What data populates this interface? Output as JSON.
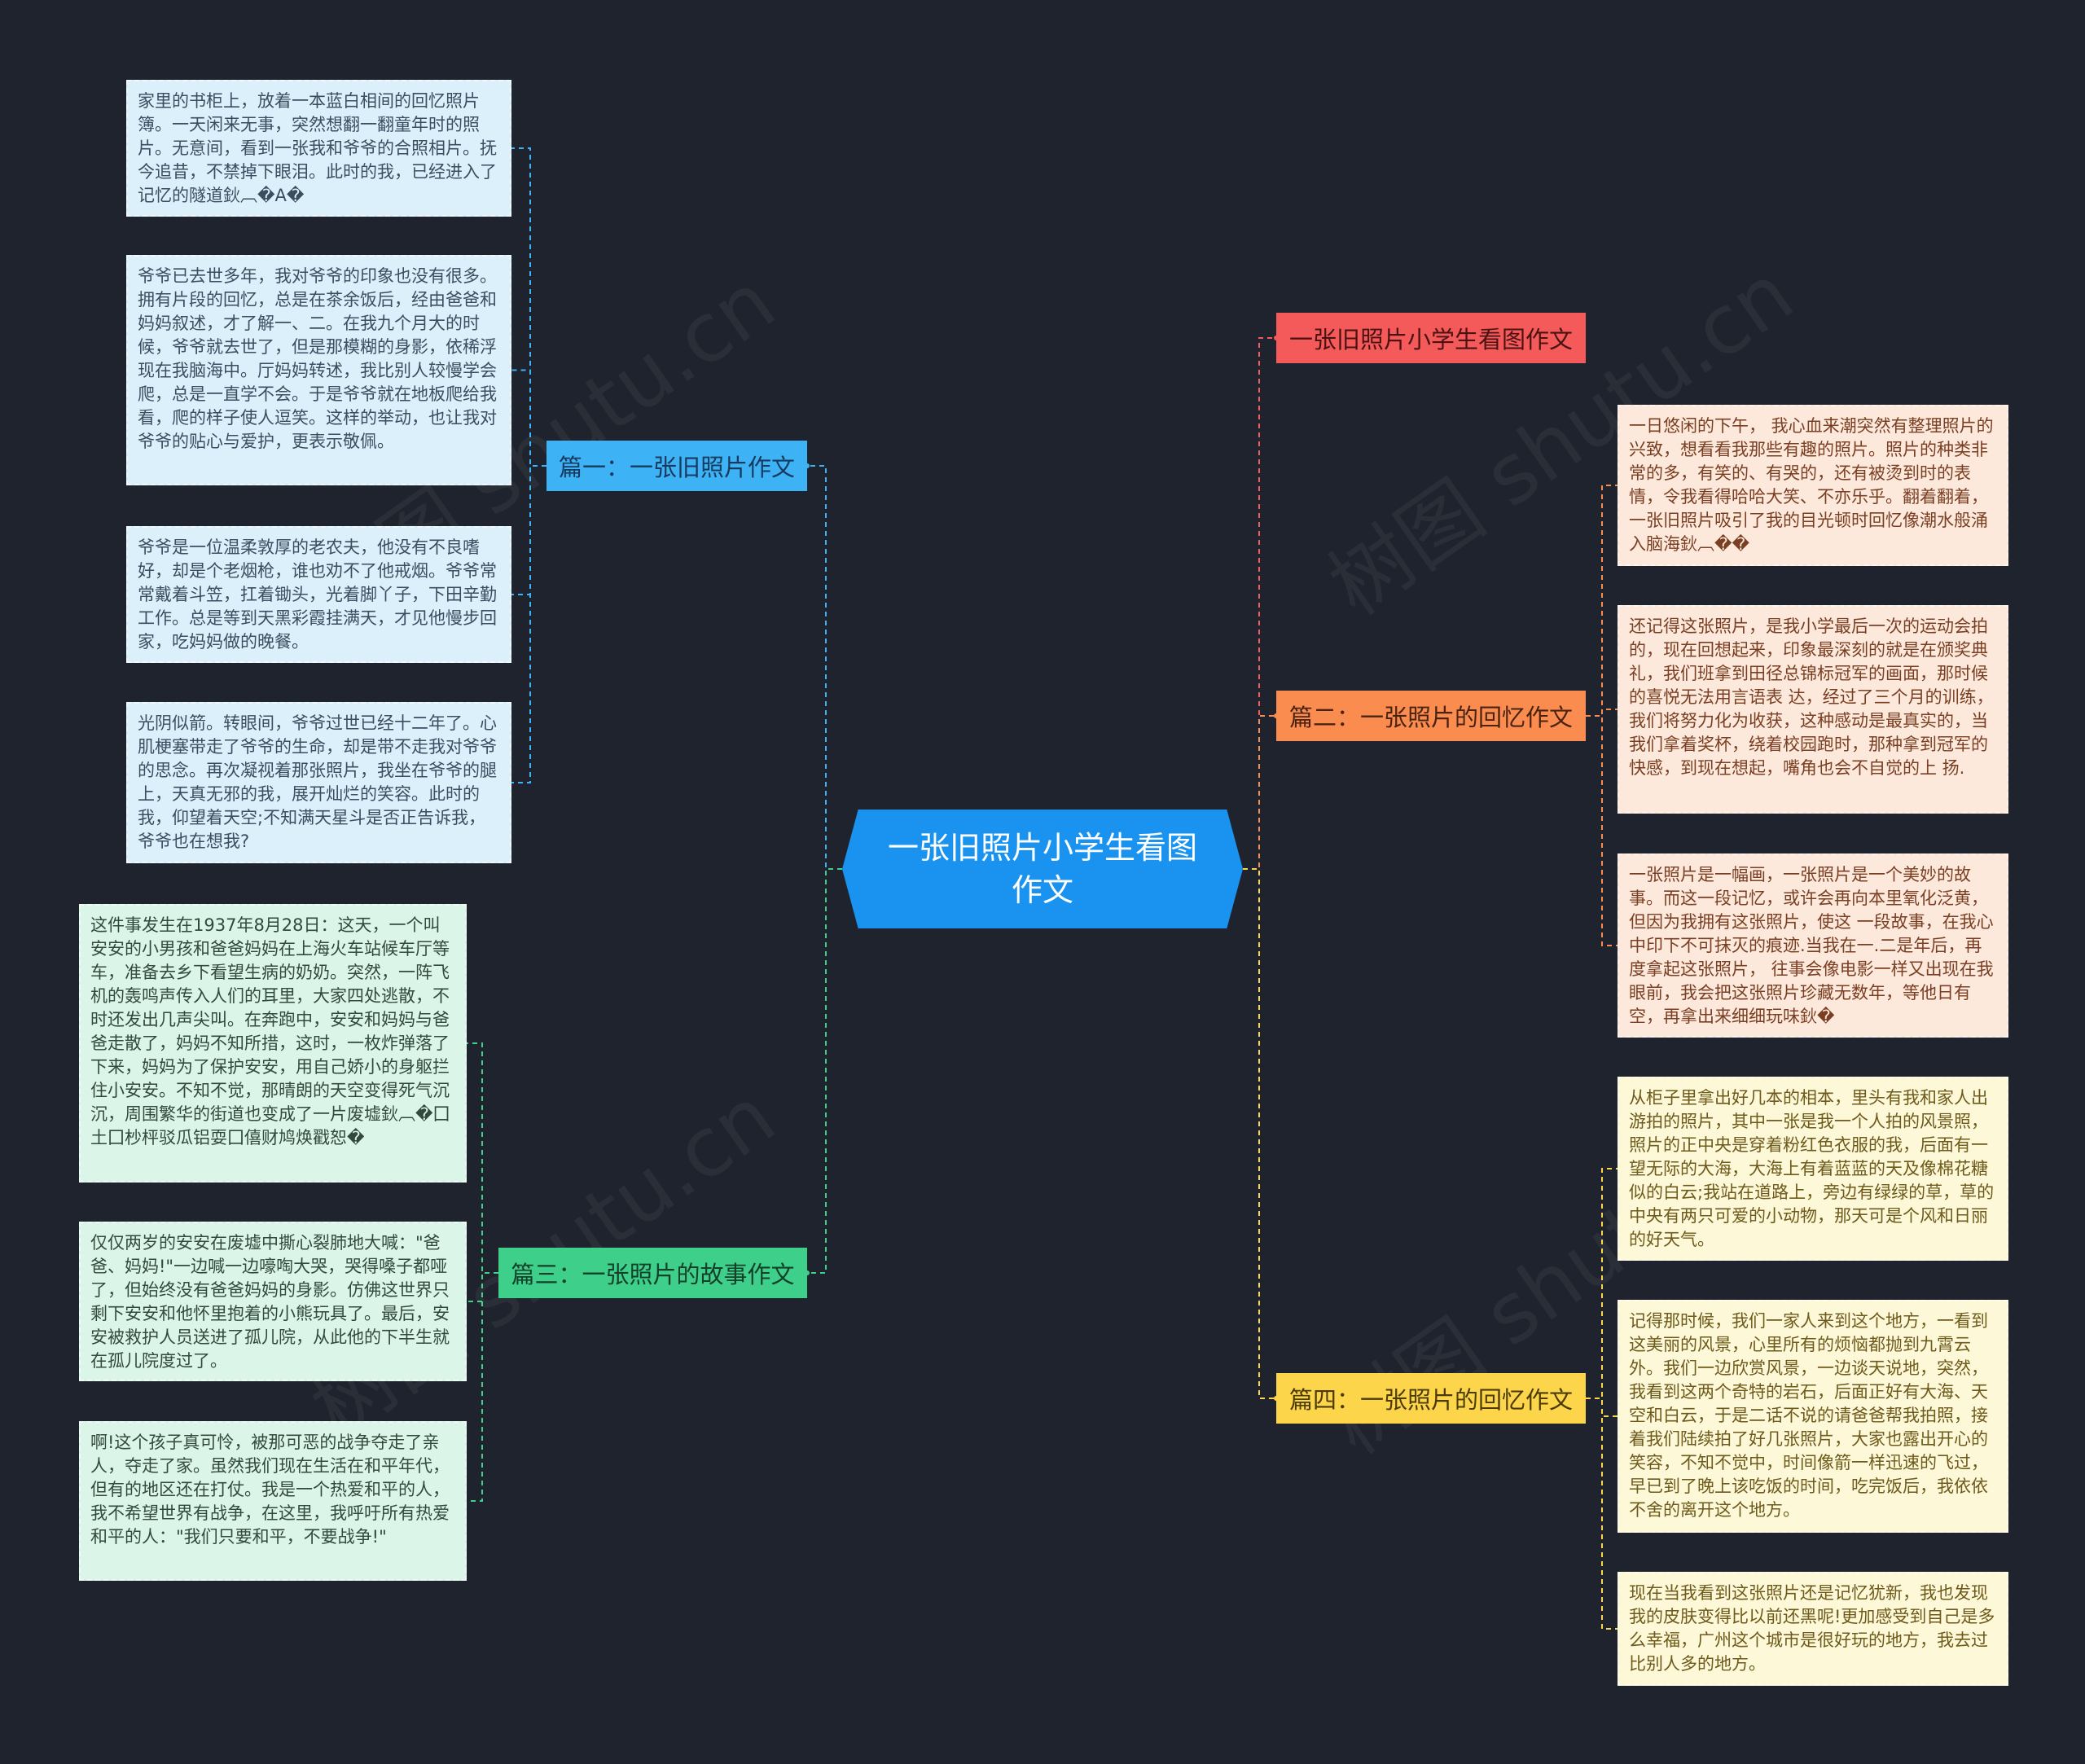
{
  "root": {
    "title": "一张旧照片小学生看图作文"
  },
  "watermark": {
    "text": "树图 shutu.cn"
  },
  "colors": {
    "background": "#1f232d",
    "root": "#1a93f0",
    "blue": "#3db3f5",
    "green": "#3ed08a",
    "red": "#f55a5a",
    "orange": "#fa8c50",
    "yellow": "#fcd54a"
  },
  "branches": {
    "p1": {
      "label": "篇一：一张旧照片作文",
      "leaves": [
        "家里的书柜上，放着一本蓝白相间的回忆照片簿。一天闲来无事，突然想翻一翻童年时的照片。无意间，看到一张我和爷爷的合照相片。抚今追昔，不禁掉下眼泪。此时的我，已经进入了记忆的隧道鈥︹�A�",
        "爷爷已去世多年，我对爷爷的印象也没有很多。拥有片段的回忆，总是在茶余饭后，经由爸爸和妈妈叙述，才了解一、二。在我九个月大的时候，爷爷就去世了，但是那模糊的身影，依稀浮现在我脑海中。厅妈妈转述，我比别人较慢学会爬，总是一直学不会。于是爷爷就在地板爬给我看，爬的样子使人逗笑。这样的举动，也让我对爷爷的贴心与爱护，更表示敬佩。",
        "爷爷是一位温柔敦厚的老农夫，他没有不良嗜好，却是个老烟枪，谁也劝不了他戒烟。爷爷常常戴着斗笠，扛着锄头，光着脚丫子，下田辛勤工作。总是等到天黑彩霞挂满天，才见他慢步回家，吃妈妈做的晚餐。",
        "光阴似箭。转眼间，爷爷过世已经十二年了。心肌梗塞带走了爷爷的生命，却是带不走我对爷爷的思念。再次凝视着那张照片，我坐在爷爷的腿上，天真无邪的我，展开灿烂的笑容。此时的我，仰望着天空;不知满天星斗是否正告诉我，爷爷也在想我?"
      ]
    },
    "p3": {
      "label": "篇三：一张照片的故事作文",
      "leaves": [
        "这件事发生在1937年8月28日：这天，一个叫安安的小男孩和爸爸妈妈在上海火车站候车厅等车，准备去乡下看望生病的奶奶。突然，一阵飞机的轰鸣声传入人们的耳里，大家四处逃散，不时还发出几声尖叫。在奔跑中，安安和妈妈与爸爸走散了，妈妈不知所措，这时，一枚炸弹落了下来，妈妈为了保护安安，用自己娇小的身躯拦住小安安。不知不觉，那晴朗的天空变得死气沉沉，周围繁华的街道也变成了一片废墟鈥︹�囗土囗杪枰驳瓜铝耍囗僖财鸠焕戳恕�",
        "仅仅两岁的安安在废墟中撕心裂肺地大喊：\"爸爸、妈妈!\"一边喊一边嚎啕大哭，哭得嗓子都哑了，但始终没有爸爸妈妈的身影。仿佛这世界只剩下安安和他怀里抱着的小熊玩具了。最后，安安被救护人员送进了孤儿院，从此他的下半生就在孤儿院度过了。",
        "啊!这个孩子真可怜，被那可恶的战争夺走了亲人，夺走了家。虽然我们现在生活在和平年代，但有的地区还在打仗。我是一个热爱和平的人，我不希望世界有战争，在这里，我呼吁所有热爱和平的人：\"我们只要和平，不要战争!\""
      ]
    },
    "title_branch": {
      "label": "一张旧照片小学生看图作文"
    },
    "p2": {
      "label": "篇二：一张照片的回忆作文",
      "leaves": [
        "一日悠闲的下午，  我心血来潮突然有整理照片的兴致，想看看我那些有趣的照片。照片的种类非常的多，有笑的、有哭的，还有被烫到时的表情，令我看得哈哈大笑、不亦乐乎。翻着翻着，一张旧照片吸引了我的目光顿时回忆像潮水般涌入脑海鈥︹��",
        "还记得这张照片，是我小学最后一次的运动会拍的，现在回想起来，印象最深刻的就是在颁奖典礼，我们班拿到田径总锦标冠军的画面，那时候的喜悦无法用言语表 达，经过了三个月的训练，我们将努力化为收获，这种感动是最真实的，当我们拿着奖杯，绕着校园跑时，那种拿到冠军的快感，到现在想起，嘴角也会不自觉的上 扬.",
        "一张照片是一幅画，一张照片是一个美妙的故事。而这一段记忆，或许会再向本里氧化泛黄，但因为我拥有这张照片，使这 一段故事，在我心中印下不可抹灭的痕迹.当我在一.二是年后，再度拿起这张照片，  往事会像电影一样又出现在我眼前，我会把这张照片珍藏无数年，等他日有空，再拿出来细细玩味鈥�"
      ]
    },
    "p4": {
      "label": "篇四：一张照片的回忆作文",
      "leaves": [
        "从柜子里拿出好几本的相本，里头有我和家人出游拍的照片，其中一张是我一个人拍的风景照，照片的正中央是穿着粉红色衣服的我，后面有一望无际的大海，大海上有着蓝蓝的天及像棉花糖似的白云;我站在道路上，旁边有绿绿的草，草的中央有两只可爱的小动物，那天可是个风和日丽的好天气。",
        "记得那时候，我们一家人来到这个地方，一看到这美丽的风景，心里所有的烦恼都抛到九霄云外。我们一边欣赏风景，一边谈天说地，突然，我看到这两个奇特的岩石，后面正好有大海、天空和白云，于是二话不说的请爸爸帮我拍照，接着我们陆续拍了好几张照片，大家也露出开心的笑容，不知不觉中，时间像箭一样迅速的飞过，早已到了晚上该吃饭的时间，吃完饭后，我依依不舍的离开这个地方。",
        "现在当我看到这张照片还是记忆犹新，我也发现我的皮肤变得比以前还黑呢!更加感受到自己是多么幸福，广州这个城市是很好玩的地方，我去过比别人多的地方。"
      ]
    }
  }
}
